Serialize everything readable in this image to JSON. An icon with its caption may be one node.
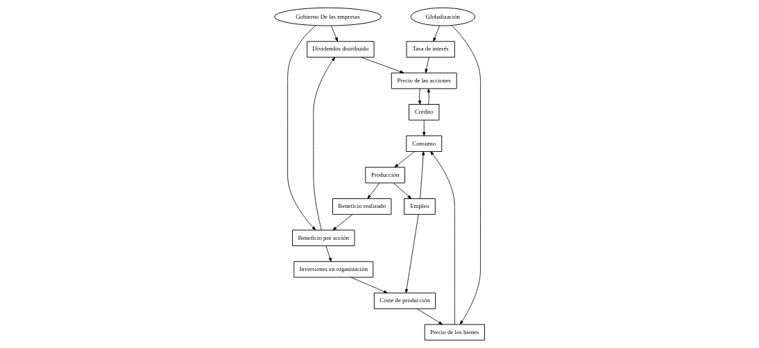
{
  "diagram": {
    "nodes": [
      {
        "text": [
          "Dividendos distribuido"
        ]
      },
      {
        "text": [
          "Precio de las acciones"
        ]
      },
      {
        "text": [
          "Crédito"
        ]
      },
      {
        "text": [
          "Beneficio realizado"
        ]
      },
      {
        "text": [
          "Beneficio por acción"
        ]
      },
      {
        "text": [
          "Gobierno De las empresas"
        ]
      },
      {
        "text": [
          "Tasa de interés"
        ]
      },
      {
        "text": [
          "Globalización"
        ]
      },
      {
        "text": [
          "Consumo"
        ]
      },
      {
        "text": [
          "Producción"
        ]
      },
      {
        "text": [
          "Inversiones en organización"
        ]
      },
      {
        "text": [
          "Coste de producción"
        ]
      },
      {
        "text": [
          "Precio de los bienes"
        ]
      },
      {
        "text": [
          "Empleo"
        ]
      }
    ],
    "edges": [
      {
        "from": 3,
        "to": 4,
        "arrow": "to"
      },
      {
        "from": 4,
        "to": 0,
        "arrow": "to"
      },
      {
        "from": 0,
        "to": 1,
        "arrow": "to"
      },
      {
        "from": 1,
        "to": 2,
        "arrow": "to"
      },
      {
        "from": 2,
        "to": 1,
        "arrow": "to"
      },
      {
        "from": 6,
        "to": 1,
        "arrow": "to"
      },
      {
        "from": 5,
        "to": 0,
        "arrow": "to"
      },
      {
        "from": 5,
        "to": 4,
        "arrow": "to"
      },
      {
        "from": 7,
        "to": 6,
        "arrow": "to"
      },
      {
        "from": 7,
        "to": 12,
        "arrow": "to"
      },
      {
        "from": 2,
        "to": 8,
        "arrow": "to"
      },
      {
        "from": 12,
        "to": 8,
        "arrow": "to"
      },
      {
        "from": 8,
        "to": 9,
        "arrow": "to"
      },
      {
        "from": 9,
        "to": 3,
        "arrow": "to"
      },
      {
        "from": 9,
        "to": 13,
        "arrow": "to"
      },
      {
        "from": 13,
        "to": 8,
        "arrow": "to"
      },
      {
        "from": 4,
        "to": 10,
        "arrow": "to"
      },
      {
        "from": 10,
        "to": 11,
        "arrow": "to"
      },
      {
        "from": 11,
        "to": 12,
        "arrow": "to"
      },
      {
        "from": 13,
        "to": 11,
        "arrow": "to"
      }
    ]
  }
}
